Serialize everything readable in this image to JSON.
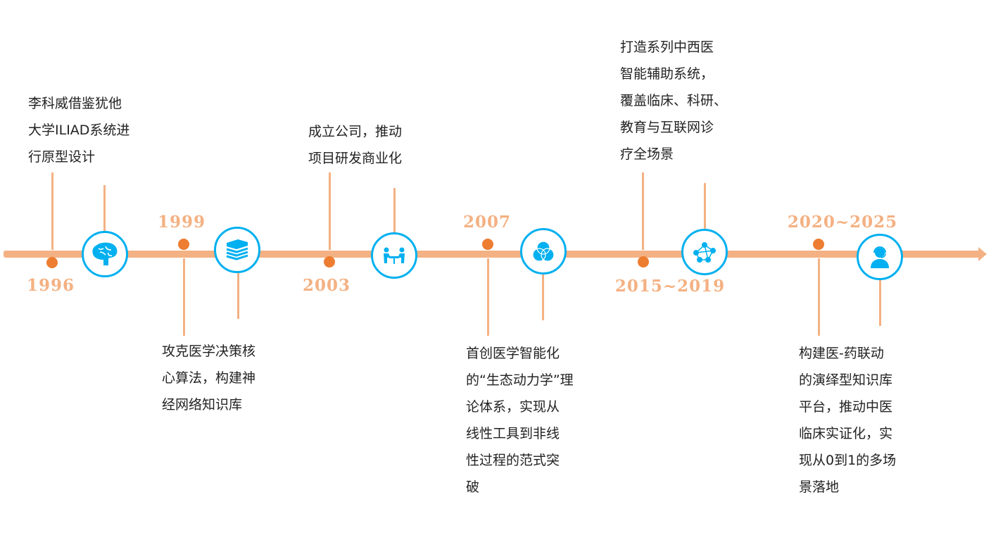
{
  "colors": {
    "axis": "#F4B183",
    "dot": "#ED7D31",
    "icon": "#00B0F0"
  },
  "events": [
    {
      "year": "1996",
      "icon": "brain-icon",
      "lines": [
        "李科威借鉴犹他",
        "大学ILIAD系统进",
        "行原型设计"
      ]
    },
    {
      "year": "1999",
      "icon": "books-icon",
      "lines": [
        "攻克医学决策核",
        "心算法，构建神",
        "经网络知识库"
      ]
    },
    {
      "year": "2003",
      "icon": "meeting-icon",
      "lines": [
        "成立公司，推动",
        "项目研发商业化"
      ]
    },
    {
      "year": "2007",
      "icon": "venn-icon",
      "lines": [
        "首创医学智能化",
        "的“生态动力学”理",
        "论体系，实现从",
        "线性工具到非线",
        "性过程的范式突",
        "破"
      ]
    },
    {
      "year": "2015~2019",
      "icon": "network-icon",
      "lines": [
        "打造系列中西医",
        "智能辅助系统，",
        "覆盖临床、科研、",
        "教育与互联网诊",
        "疗全场景"
      ]
    },
    {
      "year": "2020~2025",
      "icon": "support-agent-icon",
      "lines": [
        "构建医-药联动",
        "的演绎型知识库",
        "平台，推动中医",
        "临床实证化，实",
        "现从0到1的多场",
        "景落地"
      ]
    }
  ]
}
